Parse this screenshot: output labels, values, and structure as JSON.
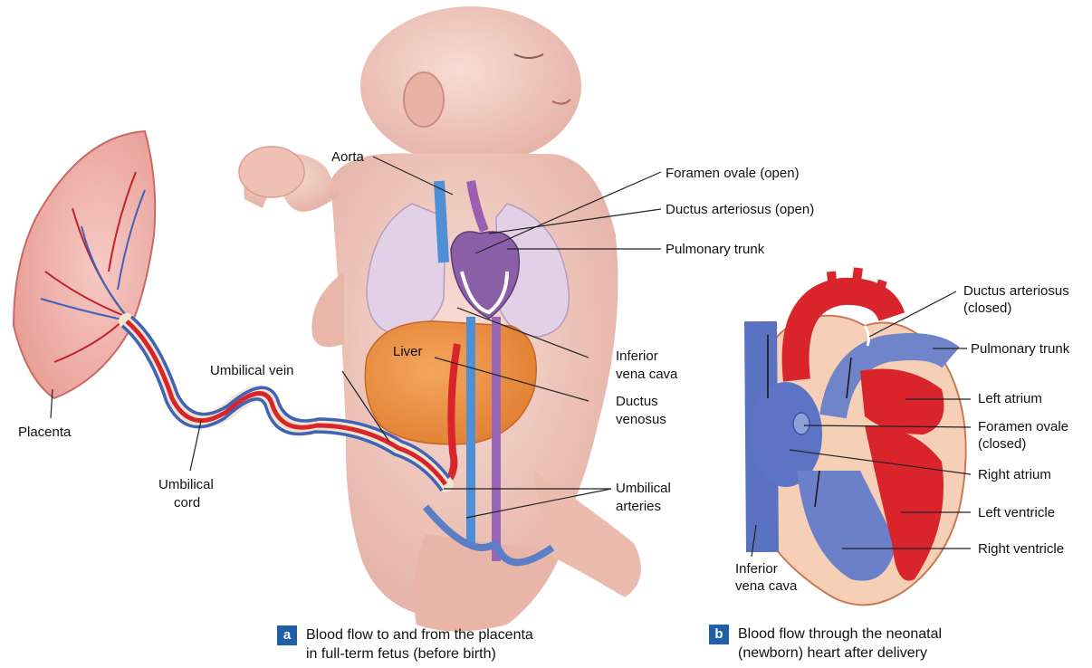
{
  "panel_a": {
    "badge": "a",
    "caption_line1": "Blood flow to and from the placenta",
    "caption_line2": "in full-term fetus (before birth)",
    "labels": {
      "aorta": "Aorta",
      "foramen_ovale": "Foramen ovale (open)",
      "ductus_arteriosus": "Ductus arteriosus (open)",
      "pulmonary_trunk": "Pulmonary trunk",
      "liver": "Liver",
      "umbilical_vein": "Umbilical vein",
      "inferior_vena_cava_1": "Inferior",
      "inferior_vena_cava_2": "vena cava",
      "ductus_venosus_1": "Ductus",
      "ductus_venosus_2": "venosus",
      "placenta": "Placenta",
      "umbilical_cord_1": "Umbilical",
      "umbilical_cord_2": "cord",
      "umbilical_arteries_1": "Umbilical",
      "umbilical_arteries_2": "arteries"
    }
  },
  "panel_b": {
    "badge": "b",
    "caption_line1": "Blood flow through the neonatal",
    "caption_line2": "(newborn) heart after delivery",
    "labels": {
      "ductus_arteriosus_1": "Ductus arteriosus",
      "ductus_arteriosus_2": "(closed)",
      "pulmonary_trunk": "Pulmonary trunk",
      "left_atrium": "Left atrium",
      "foramen_ovale_1": "Foramen ovale",
      "foramen_ovale_2": "(closed)",
      "right_atrium": "Right atrium",
      "left_ventricle": "Left ventricle",
      "right_ventricle": "Right ventricle",
      "inferior_vena_cava_1": "Inferior",
      "inferior_vena_cava_2": "vena cava"
    }
  },
  "colors": {
    "oxygenated": "#d9242c",
    "deoxygenated": "#5b7fc7",
    "mixed": "#8b5fa8",
    "skin": "#f1c9bf",
    "liver": "#ec8a3d",
    "lung": "#e4d3e8",
    "placenta": "#f2b9b4",
    "heart_tissue": "#f6d2ba",
    "badge": "#1f5fa6"
  }
}
